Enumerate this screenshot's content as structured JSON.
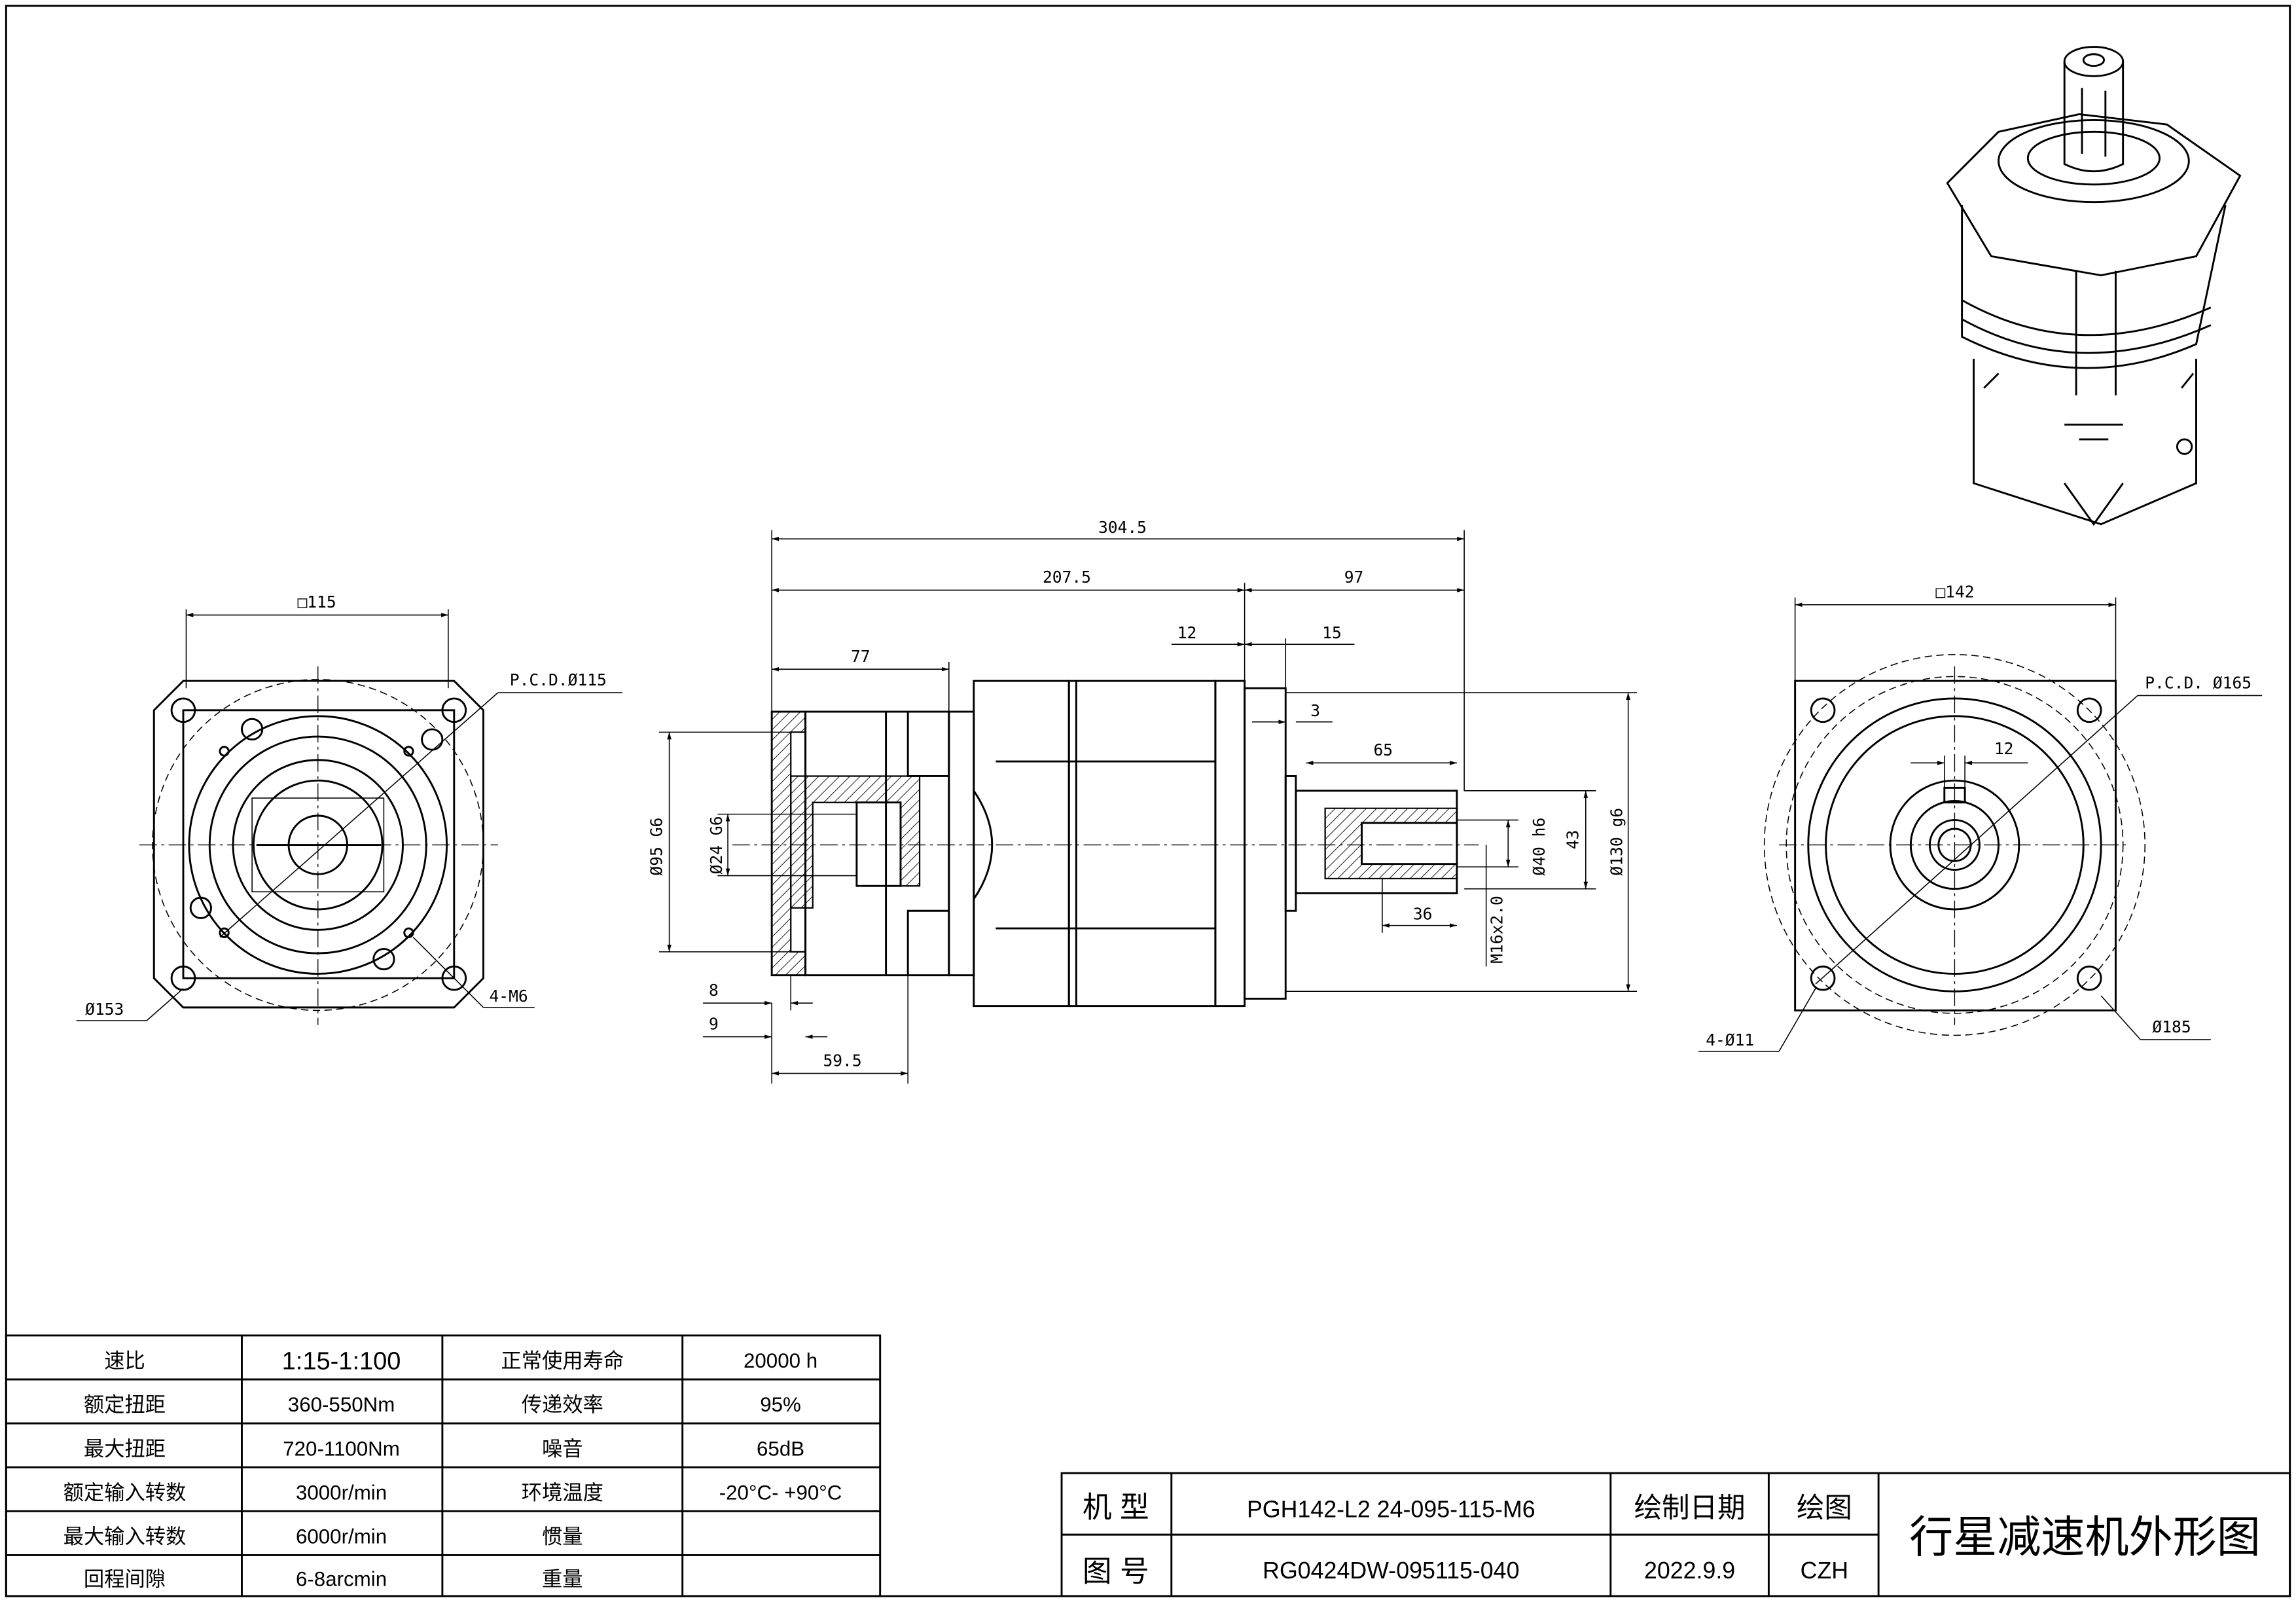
{
  "drawing": {
    "title": "行星减速机外形图",
    "left_view": {
      "square": "□115",
      "pcd": "P.C.D.Ø115",
      "outer_dia": "Ø153",
      "thread": "4-M6"
    },
    "side_view": {
      "overall": "304.5",
      "body": "207.5",
      "output": "97",
      "input_depth": "77",
      "flange": "12",
      "shoulder": "15",
      "step": "3",
      "key_len": "65",
      "thread_depth": "36",
      "input_bore": "Ø95 G6",
      "motor_shaft": "Ø24 G6",
      "shaft_dia": "Ø40 h6",
      "key_height": "43",
      "pilot": "Ø130 g6",
      "center_thread": "M16x2.0",
      "d8": "8",
      "d9": "9",
      "d59": "59.5"
    },
    "right_view": {
      "square": "□142",
      "pcd": "P.C.D. Ø165",
      "key_width": "12",
      "holes": "4-Ø11",
      "outer_dia": "Ø185"
    }
  },
  "spec_table": {
    "rows": [
      {
        "k1": "速比",
        "v1": "1:15-1:100",
        "k2": "正常使用寿命",
        "v2": "20000 h"
      },
      {
        "k1": "额定扭距",
        "v1": "360-550Nm",
        "k2": "传递效率",
        "v2": "95%"
      },
      {
        "k1": "最大扭距",
        "v1": "720-1100Nm",
        "k2": "噪音",
        "v2": "65dB"
      },
      {
        "k1": "额定输入转数",
        "v1": "3000r/min",
        "k2": "环境温度",
        "v2": "-20°C- +90°C"
      },
      {
        "k1": "最大输入转数",
        "v1": "6000r/min",
        "k2": "惯量",
        "v2": ""
      },
      {
        "k1": "回程间隙",
        "v1": "6-8arcmin",
        "k2": "重量",
        "v2": ""
      }
    ]
  },
  "title_block": {
    "model_label": "机 型",
    "model": "PGH142-L2 24-095-115-M6",
    "date_label": "绘制日期",
    "drawer_label": "绘图",
    "drawing_no_label": "图 号",
    "drawing_no": "RG0424DW-095115-040",
    "date": "2022.9.9",
    "drawer": "CZH",
    "title": "行星减速机外形图"
  }
}
